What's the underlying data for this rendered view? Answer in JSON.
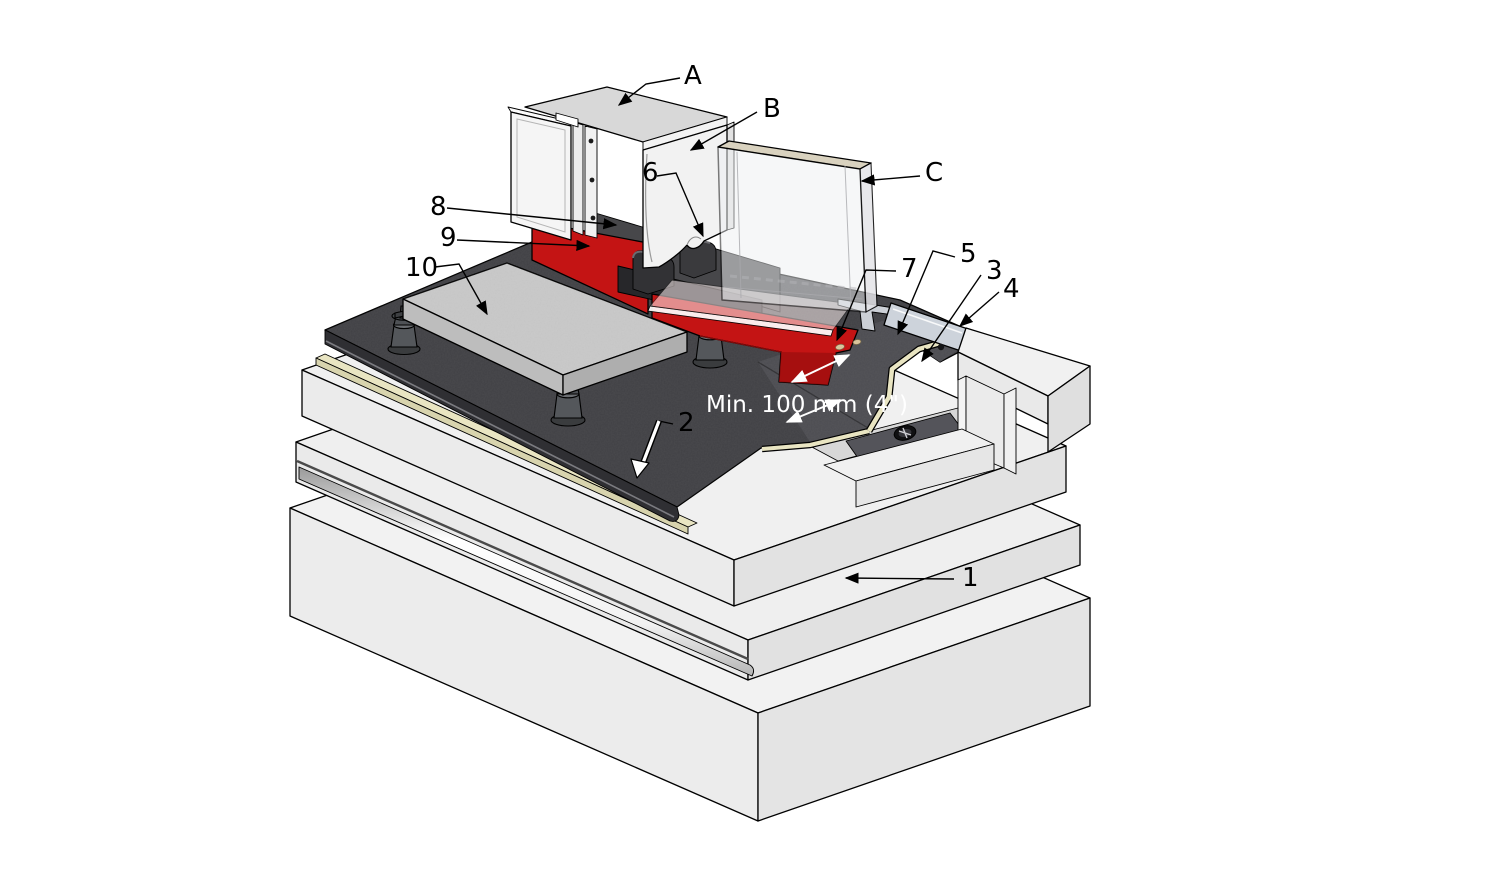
{
  "callouts": {
    "A": "A",
    "B": "B",
    "C": "C",
    "1": "1",
    "2": "2",
    "3": "3",
    "4": "4",
    "5": "5",
    "6": "6",
    "7": "7",
    "8": "8",
    "9": "9",
    "10": "10"
  },
  "annotation": {
    "min_height": "Min. 100 mm (4\")"
  },
  "colors": {
    "background": "#ffffff",
    "membrane_dark": "#404044",
    "membrane_hem": "#2f2f33",
    "flashing_red": "#c41414",
    "insulation_cream": "#e9e5c2",
    "metal_edge_bar": "#cdd3db",
    "paver_gray": "#cbcbcb",
    "slab_light": "#efefef",
    "glass_tint": "#eef0f2",
    "glass_top_edge": "#d9d2bf"
  }
}
